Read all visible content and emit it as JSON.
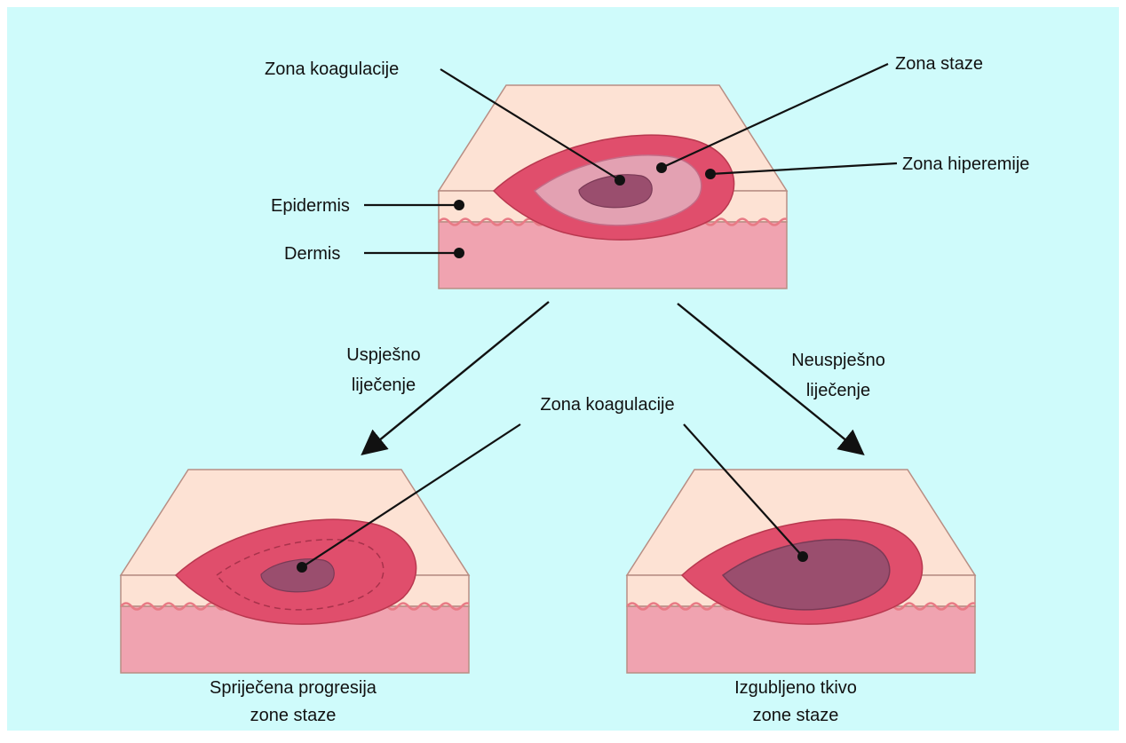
{
  "colors": {
    "background": "#cffbfb",
    "skin_top": "#fde2d4",
    "skin_edge": "#b88e84",
    "dermis": "#f0a3b0",
    "dermis_line": "#e87a85",
    "zone_hyperemia": "#e04e6c",
    "zone_stasis": "#e3a1b2",
    "zone_coagulation": "#9a4e6e"
  },
  "labels": {
    "top_coagulation": "Zona koagulacije",
    "stasis": "Zona staze",
    "hyperemia": "Zona hiperemije",
    "epidermis": "Epidermis",
    "dermis": "Dermis",
    "success_line1": "Uspješno",
    "success_line2": "liječenje",
    "fail_line1": "Neuspješno",
    "fail_line2": "liječenje",
    "middle_coagulation": "Zona koagulacije",
    "left_caption_line1": "Spriječena progresija",
    "left_caption_line2": "zone staze",
    "right_caption_line1": "Izgubljeno tkivo",
    "right_caption_line2": "zone staze"
  }
}
